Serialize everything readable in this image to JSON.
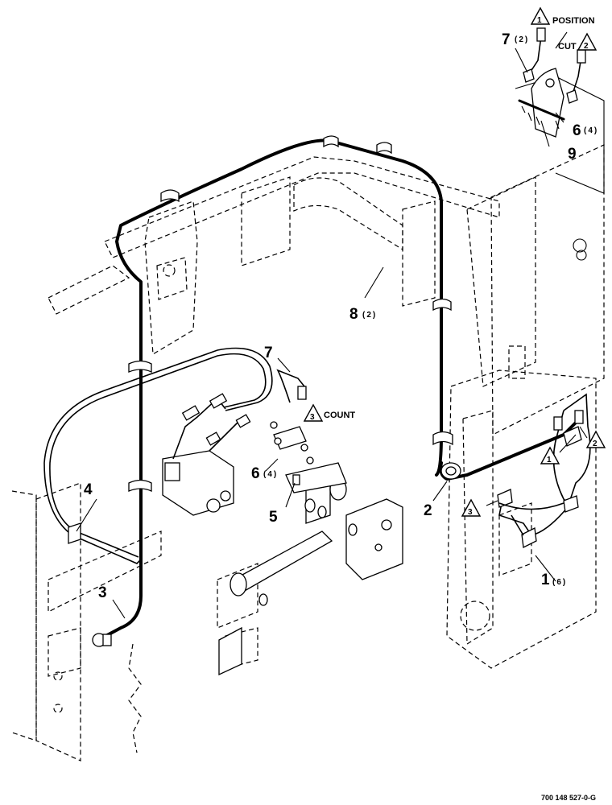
{
  "callouts": [
    {
      "id": "c1",
      "num": "1",
      "qty": "(6)"
    },
    {
      "id": "c2",
      "num": "2",
      "qty": ""
    },
    {
      "id": "c3",
      "num": "3",
      "qty": ""
    },
    {
      "id": "c4",
      "num": "4",
      "qty": ""
    },
    {
      "id": "c5",
      "num": "5",
      "qty": ""
    },
    {
      "id": "c6a",
      "num": "6",
      "qty": "(4)"
    },
    {
      "id": "c6b",
      "num": "6",
      "qty": "(4)"
    },
    {
      "id": "c7a",
      "num": "7",
      "qty": ""
    },
    {
      "id": "c7b",
      "num": "7",
      "qty": "(2)"
    },
    {
      "id": "c8",
      "num": "8",
      "qty": "(2)"
    },
    {
      "id": "c9",
      "num": "9",
      "qty": ""
    }
  ],
  "notes": {
    "position": {
      "marker": "1",
      "text": "POSITION"
    },
    "cut": {
      "marker": "2",
      "text": "CUT"
    },
    "count": {
      "marker": "3",
      "text": "COUNT"
    }
  },
  "markers": {
    "m1": "1",
    "m2": "2",
    "m3": "3"
  },
  "drawing_number": "700 148 527-0-G"
}
